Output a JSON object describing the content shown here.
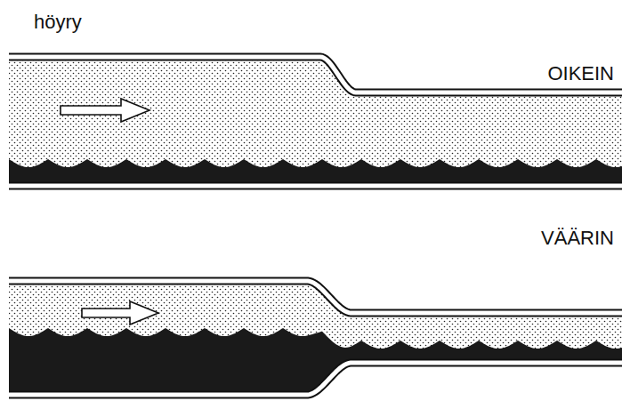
{
  "diagram": {
    "labels": [
      "höyry",
      "OIKEIN",
      "VÄÄRIN"
    ]
  }
}
